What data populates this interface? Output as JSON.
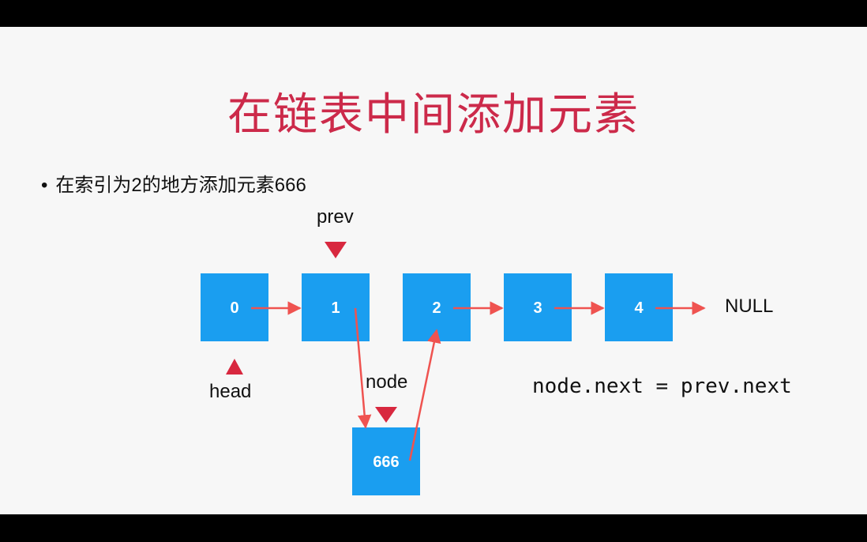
{
  "title": "在链表中间添加元素",
  "bullet": "在索引为2的地方添加元素666",
  "nodes": [
    "0",
    "1",
    "2",
    "3",
    "4"
  ],
  "new_node": "666",
  "null_label": "NULL",
  "pointers": {
    "prev": "prev",
    "head": "head",
    "node": "node"
  },
  "code": "node.next = prev.next",
  "colors": {
    "node_fill": "#1a9ef0",
    "arrow": "#ef5350",
    "pointer": "#d8283f",
    "title": "#cc2a4a"
  }
}
